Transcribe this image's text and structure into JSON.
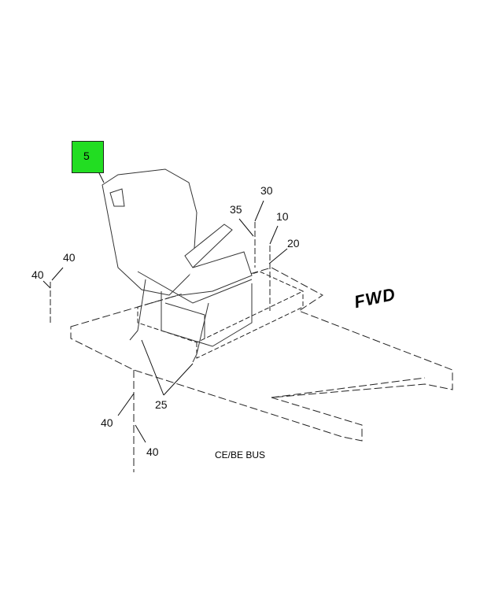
{
  "callouts": {
    "c5": "5",
    "c30": "30",
    "c35": "35",
    "c10": "10",
    "c20": "20",
    "c40a": "40",
    "c40b": "40",
    "c25": "25",
    "c40c": "40",
    "c40d": "40"
  },
  "fwd_label": "FWD",
  "caption": "CE/BE BUS",
  "highlight_color": "#22dd22"
}
